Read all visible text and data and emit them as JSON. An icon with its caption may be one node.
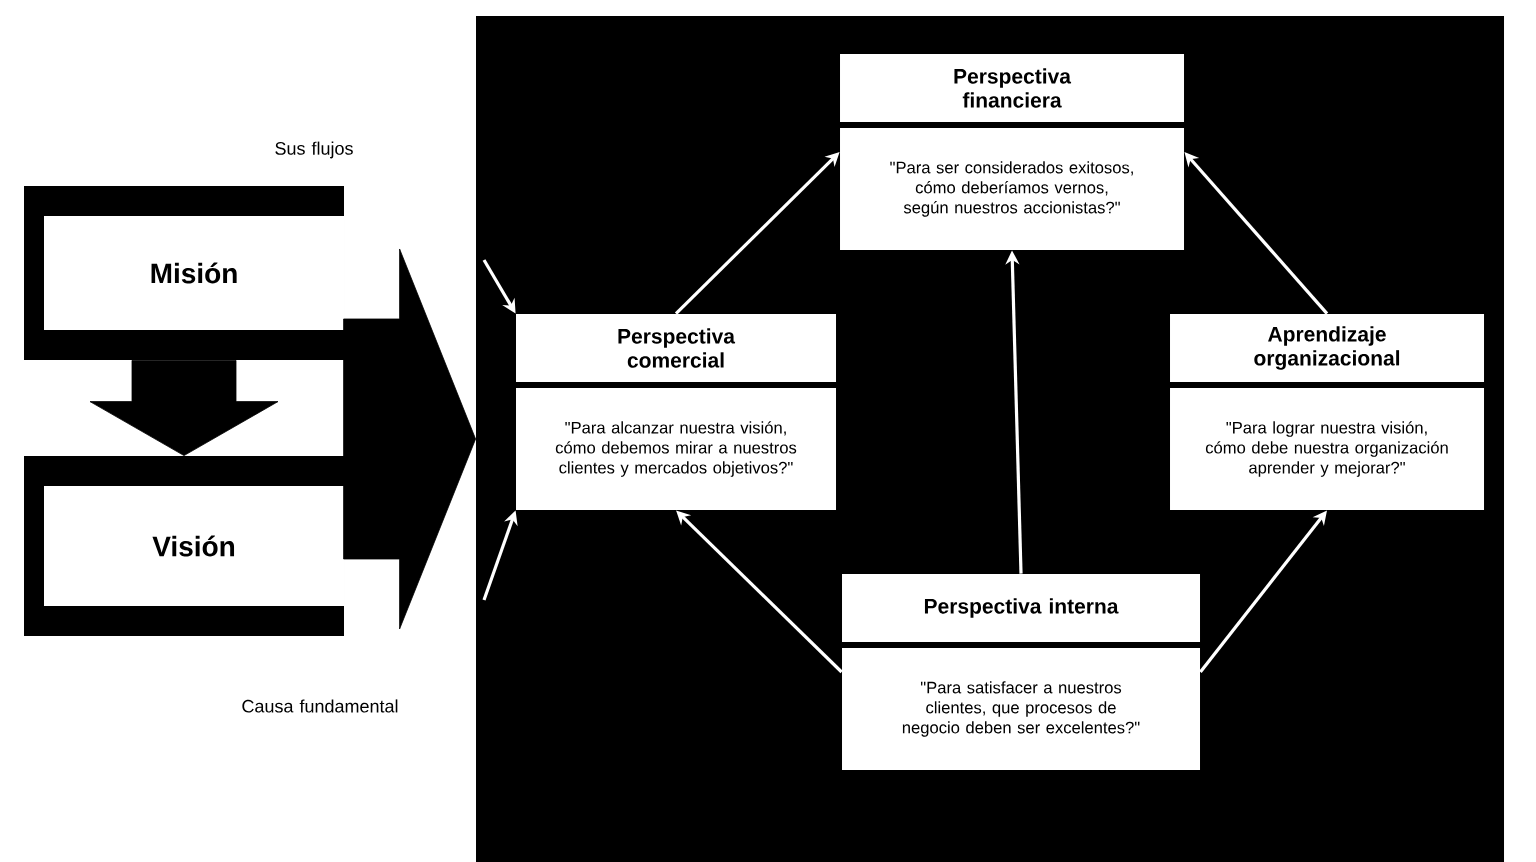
{
  "diagram": {
    "nodes": [
      {
        "text": [],
        "shape": "box"
      },
      {
        "text": [
          "Misión"
        ]
      },
      {
        "text": [
          "Visión"
        ]
      },
      {
        "text": [
          "Perspectiva financiera",
          "\"Para ser considerados exitosos, cómo deberíamos vernos, según nuestros accionistas?\""
        ],
        "in": 0
      },
      {
        "text": [
          "Perspectiva comercial",
          "\"Para alcanzar nuestra visión, cómo debemos mirar a nuestros clientes y mercados objetivos?\""
        ],
        "in": 0
      },
      {
        "text": [
          "Aprendizaje organizacional",
          "\"Para lograr nuestra visión, cómo debe nuestra organización aprender y mejorar?\""
        ],
        "in": 0
      },
      {
        "text": [
          "Perspectiva interna",
          "\"Para satisfacer a nuestros clientes, que procesos de negocio deben ser excelentes?\""
        ],
        "in": 0
      }
    ],
    "edges": [
      {
        "from": 1,
        "to": 2,
        "arrow": "to",
        "style": "thick",
        "color": "#000000"
      },
      {
        "from": null,
        "to": 0,
        "arrow": "to",
        "style": "thick",
        "color": "#000000"
      },
      {
        "from": null,
        "to": 4,
        "arrow": "to"
      },
      {
        "from": null,
        "to": 4,
        "arrow": "to"
      },
      {
        "from": 4,
        "to": 3,
        "arrow": "to"
      },
      {
        "from": 6,
        "to": 3,
        "arrow": "to"
      },
      {
        "from": 5,
        "to": 3,
        "arrow": "to"
      },
      {
        "from": 6,
        "to": 4,
        "arrow": "to"
      },
      {
        "from": 6,
        "to": 5,
        "arrow": "to"
      }
    ],
    "labels": [
      "Sus flujos",
      "Causa fundamental"
    ]
  }
}
